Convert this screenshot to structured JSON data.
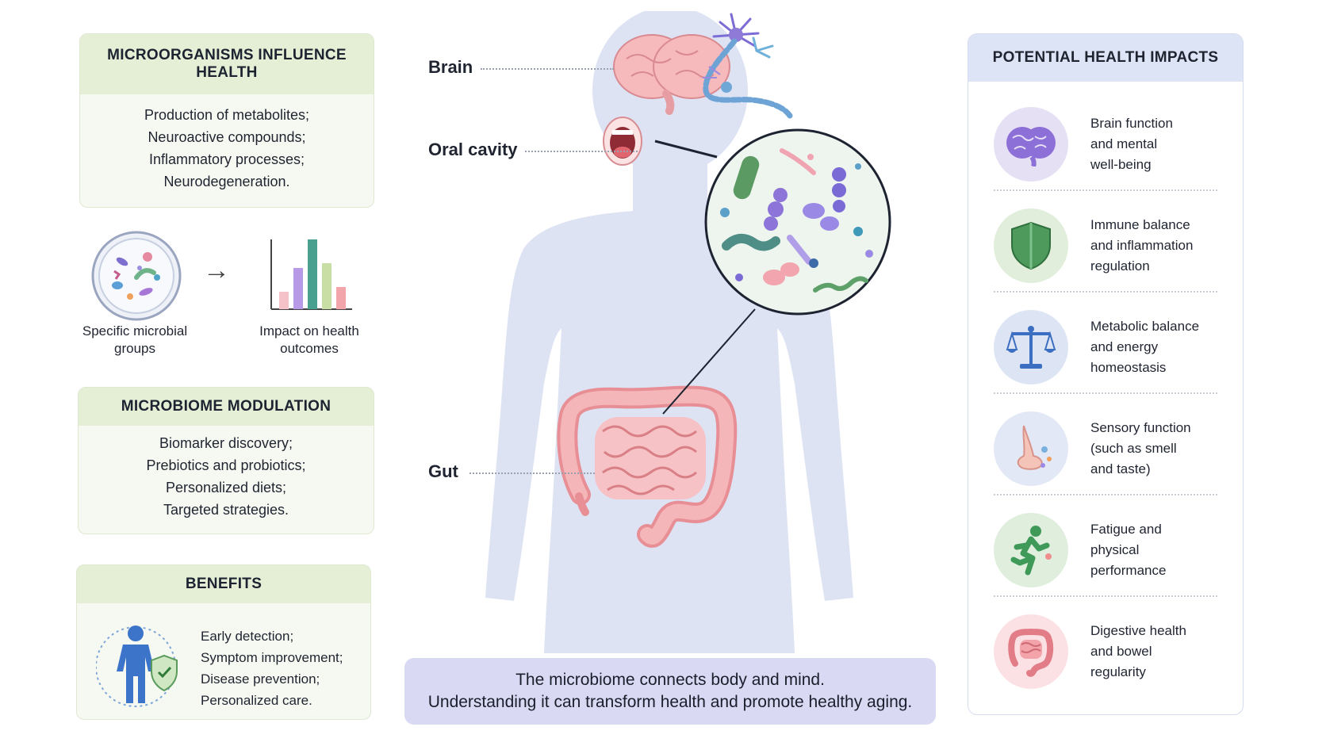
{
  "influence": {
    "title_line1": "MICROORGANISMS INFLUENCE",
    "title_line2": "HEALTH",
    "items": [
      "Production of metabolites;",
      "Neuroactive compounds;",
      "Inflammatory processes;",
      "Neurodegeneration."
    ]
  },
  "flow": {
    "left_label_line1": "Specific microbial",
    "left_label_line2": "groups",
    "arrow": "→",
    "right_label_line1": "Impact on health",
    "right_label_line2": "outcomes"
  },
  "modulation": {
    "title": "MICROBIOME MODULATION",
    "items": [
      "Biomarker discovery;",
      "Prebiotics and probiotics;",
      "Personalized diets;",
      "Targeted strategies."
    ]
  },
  "benefits": {
    "title": "BENEFITS",
    "items": [
      "Early detection;",
      "Symptom improvement;",
      "Disease prevention;",
      "Personalized care."
    ]
  },
  "organs": {
    "brain": "Brain",
    "oral": "Oral cavity",
    "gut": "Gut"
  },
  "caption": {
    "line1": "The microbiome connects body and mind.",
    "line2": "Understanding it can transform health and promote healthy aging."
  },
  "impacts": {
    "title": "POTENTIAL HEALTH IMPACTS",
    "items": [
      {
        "lines": [
          "Brain function",
          "and mental",
          "well-being"
        ],
        "icon": "brain-icon",
        "bg": "#e6e0f5"
      },
      {
        "lines": [
          "Immune balance",
          "and inflammation",
          "regulation"
        ],
        "icon": "shield-icon",
        "bg": "#e1eedb"
      },
      {
        "lines": [
          "Metabolic balance",
          "and energy",
          "homeostasis"
        ],
        "icon": "scale-icon",
        "bg": "#dde5f5"
      },
      {
        "lines": [
          "Sensory function",
          "(such as smell",
          "and taste)"
        ],
        "icon": "nose-icon",
        "bg": "#e2e8f6"
      },
      {
        "lines": [
          "Fatigue and",
          "physical",
          "performance"
        ],
        "icon": "runner-icon",
        "bg": "#dfeedd"
      },
      {
        "lines": [
          "Digestive health",
          "and bowel",
          "regularity"
        ],
        "icon": "intestine-icon",
        "bg": "#fbe1e3"
      }
    ]
  },
  "colors": {
    "green_head": "#e4efd6",
    "blue_head": "#dde4f5",
    "caption_bg": "#d9d9f3",
    "body_silhouette": "#dde3f3",
    "intestine": "#f0a3a6"
  }
}
